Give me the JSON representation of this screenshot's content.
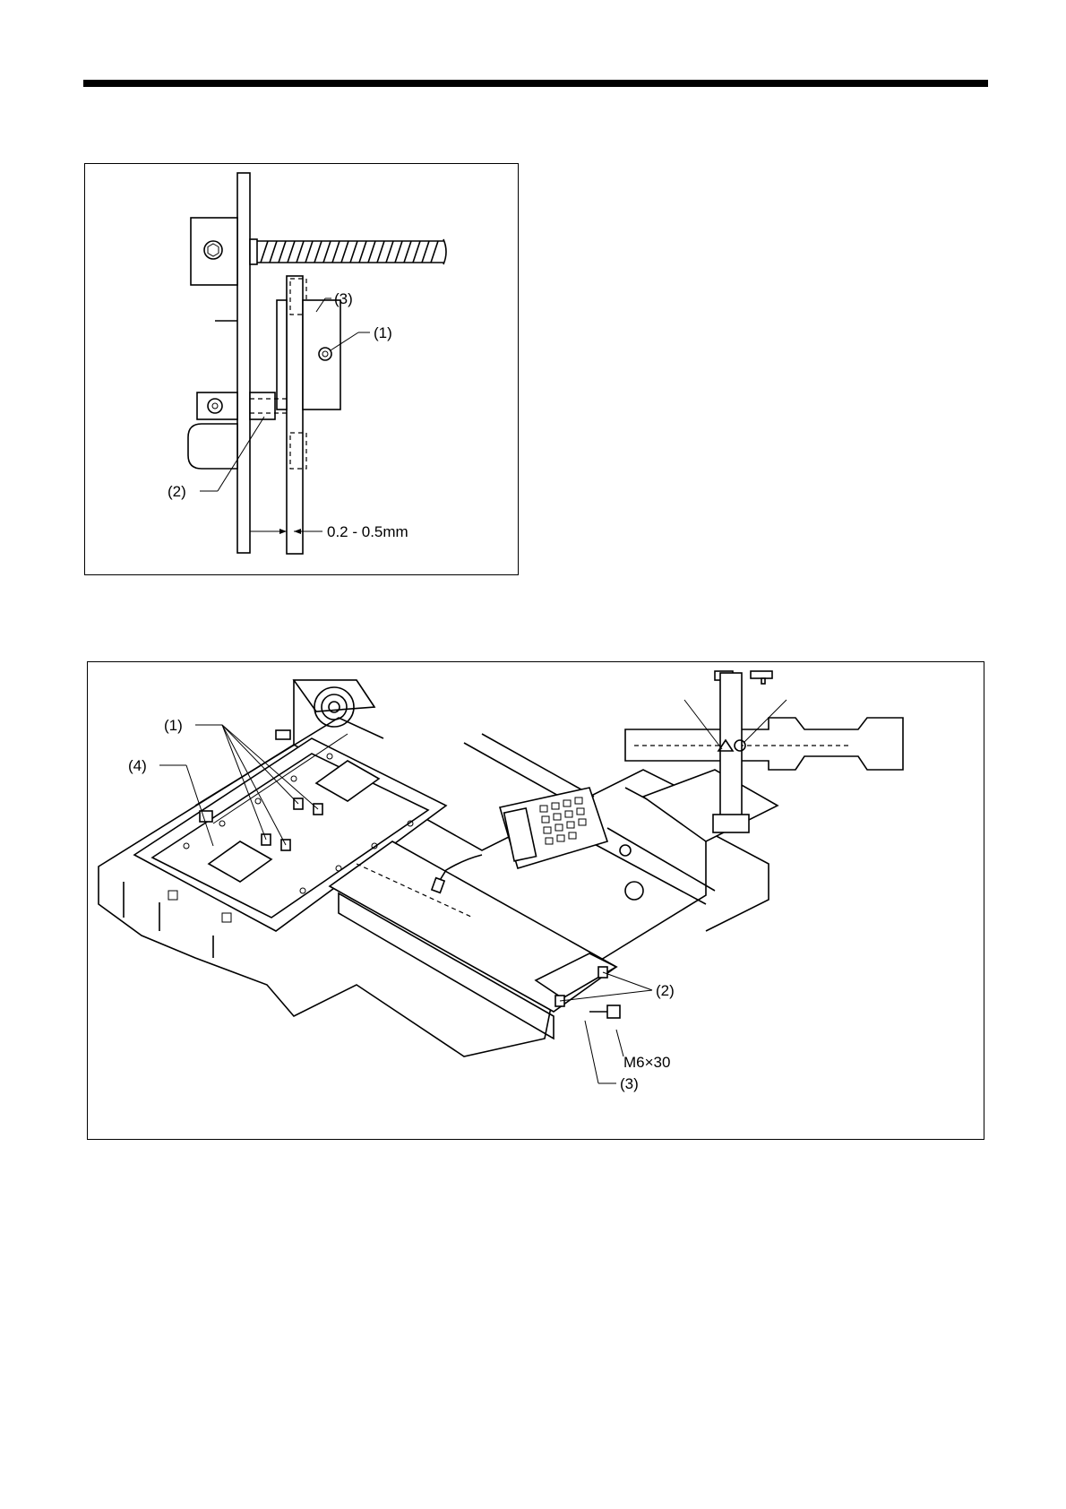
{
  "figure_top": {
    "labels": {
      "l3": "(3)",
      "l1": "(1)",
      "l2": "(2)",
      "clearance": "0.2 - 0.5mm"
    }
  },
  "figure_bottom": {
    "labels": {
      "l1": "(1)",
      "l4": "(4)",
      "l2": "(2)",
      "l3": "(3)",
      "screw": "M6×30"
    }
  }
}
